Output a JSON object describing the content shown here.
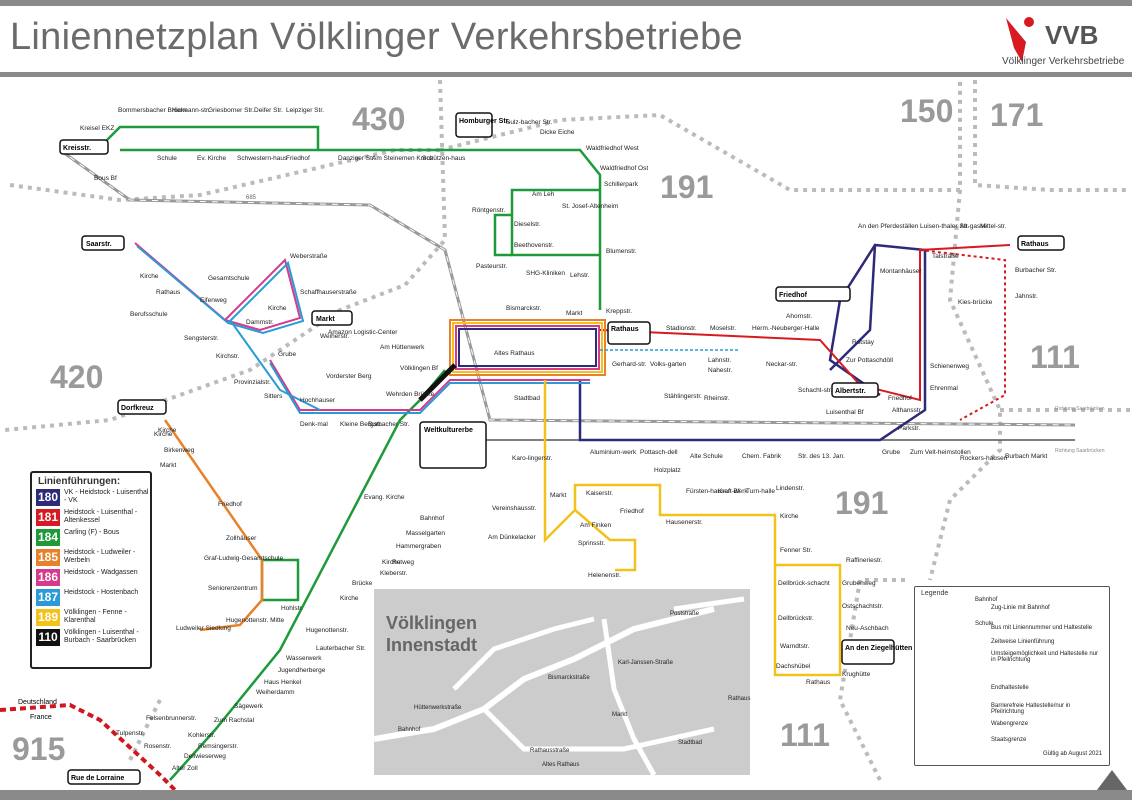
{
  "header": {
    "title": "Liniennetzplan Völklinger Verkehrsbetriebe",
    "logo_text": "VVB",
    "logo_subtitle": "Völklinger Verkehrsbetriebe"
  },
  "zones": [
    "430",
    "150",
    "171",
    "191",
    "420",
    "111",
    "191",
    "915",
    "111"
  ],
  "legend": {
    "title": "Linienführungen:",
    "lines": [
      {
        "number": "180",
        "color": "#2e2a7a",
        "desc": "VK - Heidstock - Luisenthal - VK"
      },
      {
        "number": "181",
        "color": "#d71a21",
        "desc": "Heidstock - Luisenthal - Altenkessel"
      },
      {
        "number": "184",
        "color": "#1f9a3a",
        "desc": "Carling (F) - Bous"
      },
      {
        "number": "185",
        "color": "#e8822a",
        "desc": "Heidstock - Ludweiler - Werbeln"
      },
      {
        "number": "186",
        "color": "#d63a8a",
        "desc": "Heidstock - Wadgassen"
      },
      {
        "number": "187",
        "color": "#2a9bd6",
        "desc": "Heidstock - Hostenbach"
      },
      {
        "number": "189",
        "color": "#f2c21a",
        "desc": "Völklingen - Fenne - Klarenthal"
      },
      {
        "number": "110",
        "color": "#111111",
        "desc": "Völklingen - Luisenthal - Burbach - Saarbrücken"
      }
    ]
  },
  "legend2": {
    "title": "Legende",
    "items": [
      "Bahnhof",
      "Schule",
      "Zug-Linie mit Bahnhof",
      "Bus mit Liniennummer und Haltestelle",
      "Zeitweise Linienführung",
      "Umsteigemöglichkeit und Haltestelle nur in Pfeilrichtung",
      "Endhaltestelle",
      "Barrierefreie Haltestelle/nur in Pfeilrichtung",
      "Wabengrenze",
      "Staatsgrenze",
      "Gültig ab August 2021"
    ],
    "sample_stop": "Albertstr."
  },
  "inset": {
    "title_line1": "Völklingen",
    "title_line2": "Innenstadt",
    "labels": [
      "Hüttenwerkstraße",
      "Bahnhof",
      "Bismarckstraße",
      "Markt",
      "Rathaus",
      "Stadtbad",
      "Altes Rathaus",
      "Rathausstraße",
      "Karl-Janssen-Straße",
      "Poststraße"
    ]
  },
  "terminals": {
    "kreisstr": "Kreisstr.",
    "homburger": "Homburger Str.",
    "saarstr": "Saarstr.",
    "markt": "Markt",
    "dorfkreuz": "Dorfkreuz",
    "rathaus_c": "Rathaus",
    "friedhof": "Friedhof",
    "rathaus_e": "Rathaus",
    "albertstr": "Albertstr.",
    "weltkulturerbe": "Weltkulturerbe",
    "rue_lorraine": "Rue de Lorraine",
    "an_den_ziegelhuetten": "An den Ziegelhütten"
  },
  "stops": {
    "nw": [
      "Kreisel EKZ",
      "Bommersbacher Brücke",
      "Hermann-str.",
      "Griesborner Str.",
      "Deifer Str.",
      "Leipziger Str.",
      "Schule",
      "Ev. Kirche",
      "Schwestern-haus",
      "Friedhof",
      "Danziger Str.",
      "Am Steinemen Kreuz",
      "Schützen-haus",
      "Bous Bf",
      "Sulz-bacher Str.",
      "Dicke Eiche",
      "Waldfriedhof West",
      "Waldfriedhof Ost",
      "Schillerpark"
    ],
    "north": [
      "Am Leh",
      "St. Josef-Altenheim",
      "Röntgenstr.",
      "Dieselstr.",
      "Beethovenstr.",
      "Pasteurstr.",
      "SHG-Kliniken",
      "Lehstr.",
      "Blumenstr.",
      "Kreppstr."
    ],
    "west": [
      "Kirche",
      "Rathaus",
      "Berufsschule",
      "Gesamtschule",
      "Eifenweg",
      "Sengsterstr.",
      "Kirchstr.",
      "Dammstr.",
      "Weberstraße",
      "Schaffhauserstraße",
      "Kirche",
      "Weiherstr.",
      "Grube",
      "Amazon Logistic-Center",
      "Vorderster Berg",
      "Provinzialstr.",
      "Sitters",
      "Hochhauser",
      "Denk-mal",
      "Kleine Bergstr.",
      "Burbacher Str.",
      "Wehrden Brücke"
    ],
    "center": [
      "Bismarckstr.",
      "Markt",
      "Am Hüttenwerk",
      "Altes Rathaus",
      "Völklingen Bf",
      "Stadtbad",
      "Stadionstr.",
      "Moselstr.",
      "Herm.-Neuberger-Halle",
      "Gerhard-str.",
      "Volks-garten",
      "Ahornstr.",
      "Neckar-str.",
      "Schacht-str.",
      "Stählingerstr.",
      "Rheinstr.",
      "Lahnstr.",
      "Nahestr.",
      "Rotstay",
      "Zur Pottaschdöll",
      "Schienenweg",
      "Ehrenmal",
      "Montanhäuser",
      "Talstraße",
      "Friedhof",
      "Althansstr."
    ],
    "east": [
      "An den Pferdeställen",
      "Luisen-thaler Str.",
      "Alt-gasse",
      "Mittel-str.",
      "Burbacher Str.",
      "Jahnstr.",
      "Kies-brücke",
      "Luisenthal Bf",
      "Parkstr.",
      "Grube",
      "Zum Velt-heimstollen",
      "Rockers-hausen",
      "Burbach Markt"
    ],
    "south": [
      "Aluminium-werk",
      "Pottasch-dell",
      "Alte Schule",
      "Chem. Fabrik",
      "Str. des 13. Jan.",
      "Karo-lingerstr.",
      "Markt",
      "Kaiserstr.",
      "Holzplatz",
      "Fürsten-hausen Bf",
      "Kraft-werk",
      "Turn-halle",
      "Lindenstr.",
      "Vereinshausstr.",
      "Am Finken",
      "Friedhof",
      "Hausenerstr.",
      "Kirche",
      "Am Dünkelacker",
      "Sprinsstr.",
      "Helenenstr.",
      "Fenner Str.",
      "Raffineriestr.",
      "Grubenweg",
      "Dellbrück-schacht",
      "Ostschachtstr.",
      "Dellbrückstr.",
      "Neu-Aschbach",
      "Warndtstr.",
      "Dachshübel",
      "Rathaus",
      "Krughütte"
    ],
    "sw": [
      "Evang. Kirche",
      "Bahnhof",
      "Masselgarten",
      "Hammergraben",
      "Kirche",
      "Rotweg",
      "Kleberstr.",
      "Brücke",
      "Kirche",
      "Hohlstr.",
      "Friedhof",
      "Zollhäuser",
      "Graf-Ludwig-Gesamtschule",
      "Seniorenzentrum",
      "Kirche",
      "Birkenweg",
      "Kirche",
      "Markt",
      "Hugenottenstr. Mitte",
      "Ludweiler Siedlung",
      "Hugenottenstr.",
      "Lauterbacher Str.",
      "Wasserwerk",
      "Jugendherberge",
      "Haus Henkel",
      "Weiherdamm",
      "Sägewerk",
      "Zum Rachstal",
      "Felsenbrunnerstr.",
      "Tulpenstr.",
      "Kohlerstr.",
      "Rosenstr.",
      "Remsingerstr.",
      "Dellwieserweg",
      "Alter Zoll"
    ]
  },
  "border": {
    "de": "Deutschland",
    "fr": "France"
  },
  "rail": {
    "code": "685",
    "richtung1": "Richtung Saarbrücken",
    "richtung2": "Richtung Saarbrücken"
  }
}
